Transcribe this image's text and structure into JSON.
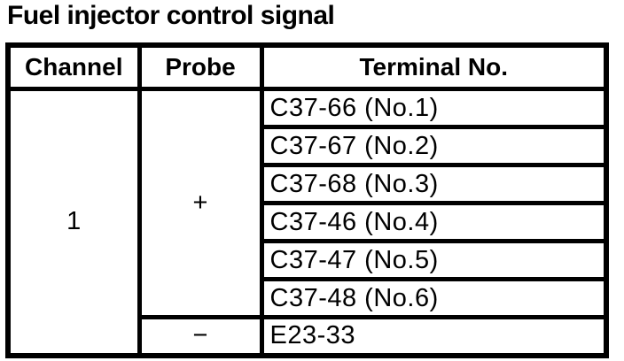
{
  "page": {
    "title": "Fuel injector control signal"
  },
  "table": {
    "headers": {
      "channel": "Channel",
      "probe": "Probe",
      "terminal": "Terminal No."
    },
    "channel_value": "1",
    "probe": {
      "positive": "+",
      "negative": "−"
    },
    "positive_terminals": [
      "C37-66 (No.1)",
      "C37-67 (No.2)",
      "C37-68 (No.3)",
      "C37-46 (No.4)",
      "C37-47 (No.5)",
      "C37-48 (No.6)"
    ],
    "negative_terminal": "E23-33"
  },
  "colors": {
    "background": "#ffffff",
    "text": "#000000",
    "border": "#000000"
  }
}
